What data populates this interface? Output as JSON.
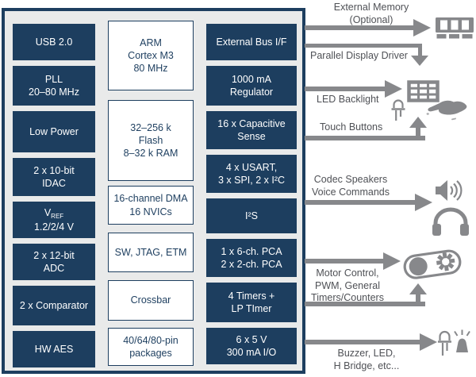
{
  "colors": {
    "navy": "#1d3e5f",
    "chip_background": "#e9eaea",
    "arrow_gray": "#87888b",
    "annotation_text": "#4f5156",
    "white": "#ffffff"
  },
  "chip": {
    "left": [
      {
        "l1": "USB 2.0"
      },
      {
        "l1": "PLL",
        "l2": "20–80 MHz"
      },
      {
        "l1": "Low Power"
      },
      {
        "l1": "2 x 10-bit",
        "l2": "IDAC"
      },
      {
        "pre": "V",
        "sub": "REF",
        "l2": "1.2/2/4 V"
      },
      {
        "l1": "2 x 12-bit",
        "l2": "ADC"
      },
      {
        "l1": "2 x Comparator"
      },
      {
        "l1": "HW AES"
      }
    ],
    "middle": [
      {
        "l1": "ARM",
        "l2": "Cortex M3",
        "l3": "80 MHz"
      },
      {
        "l1": "32–256 k",
        "l2": "Flash",
        "l3": "8–32 k RAM"
      },
      {
        "l1": "16-channel DMA",
        "l2": "16 NVICs"
      },
      {
        "l1": "SW, JTAG, ETM"
      },
      {
        "l1": "Crossbar"
      },
      {
        "l1": "40/64/80-pin",
        "l2": "packages"
      }
    ],
    "right": [
      {
        "l1": "External Bus I/F"
      },
      {
        "l1": "1000 mA",
        "l2": "Regulator"
      },
      {
        "l1": "16 x Capacitive",
        "l2": "Sense"
      },
      {
        "l1": "4 x USART,",
        "l2": "3 x SPI, 2 x I²C"
      },
      {
        "l1": "I²S"
      },
      {
        "l1": "1 x 6-ch. PCA",
        "l2": "2 x 2-ch. PCA"
      },
      {
        "l1": "4 Timers +",
        "l2": "LP TImer"
      },
      {
        "l1": "6 x 5 V",
        "l2": "300 mA I/O"
      }
    ]
  },
  "annotations": {
    "ext_memory": {
      "l1": "External Memory",
      "l2": "(Optional)"
    },
    "display_driver": {
      "l1": "Parallel Display Driver"
    },
    "led_backlight": {
      "l1": "LED Backlight"
    },
    "touch_buttons": {
      "l1": "Touch Buttons"
    },
    "codec": {
      "l1": "Codec Speakers",
      "l2": "Voice Commands"
    },
    "motor": {
      "l1": "Motor Control,",
      "l2": "PWM, General",
      "l3": "Timers/Counters"
    },
    "buzzer": {
      "l1": "Buzzer, LED,",
      "l2": "H Bridge, etc..."
    }
  },
  "icons": {
    "memory_module": "memory-module-icon",
    "display_grid": "display-grid-icon",
    "led_small": "led-icon",
    "touch_hand": "touch-hand-icon",
    "speaker": "speaker-icon",
    "headphones": "headphones-icon",
    "motor": "motor-icon",
    "led_large": "led-icon",
    "siren": "siren-icon"
  }
}
